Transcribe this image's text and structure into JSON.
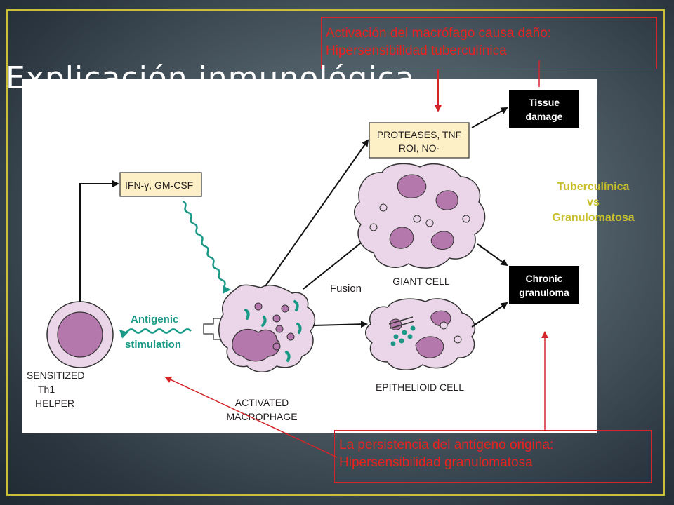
{
  "slide": {
    "title": "Explicación inmunológica",
    "border_color": "#c9bf3a"
  },
  "callouts": {
    "top": {
      "line1": "Activación del macrófago  causa daño:",
      "line2": "Hipersensibilidad tuberculínica"
    },
    "bottom": {
      "line1": "La persistencia del antígeno origina:",
      "line2": "Hipersensibilidad granulomatosa"
    },
    "color": "#e8231f"
  },
  "side_label": {
    "line1": "Tuberculínica",
    "line2": "vs",
    "line3": "Granulomatosa",
    "color": "#c8bf2a"
  },
  "diagram": {
    "cytokines_box": "IFN-γ, GM-CSF",
    "proteases_line1": "PROTEASES, TNF",
    "proteases_line2": "ROI, NO·",
    "tissue_damage_line1": "Tissue",
    "tissue_damage_line2": "damage",
    "chronic_line1": "Chronic",
    "chronic_line2": "granuloma",
    "antigenic_line1": "Antigenic",
    "antigenic_line2": "stimulation",
    "fusion": "Fusion",
    "giant_cell": "GIANT CELL",
    "epithelioid_cell": "EPITHELIOID CELL",
    "sensitized_line1": "SENSITIZED",
    "sensitized_line2": "Th1",
    "sensitized_line3": "HELPER",
    "activated_line1": "ACTIVATED",
    "activated_line2": "MACROPHAGE",
    "colors": {
      "cell_fill": "#ead6e8",
      "nucleus_fill": "#b578ad",
      "box_fill": "#fdf0c7",
      "teal": "#1a9a86",
      "black_box": "#000000"
    }
  }
}
